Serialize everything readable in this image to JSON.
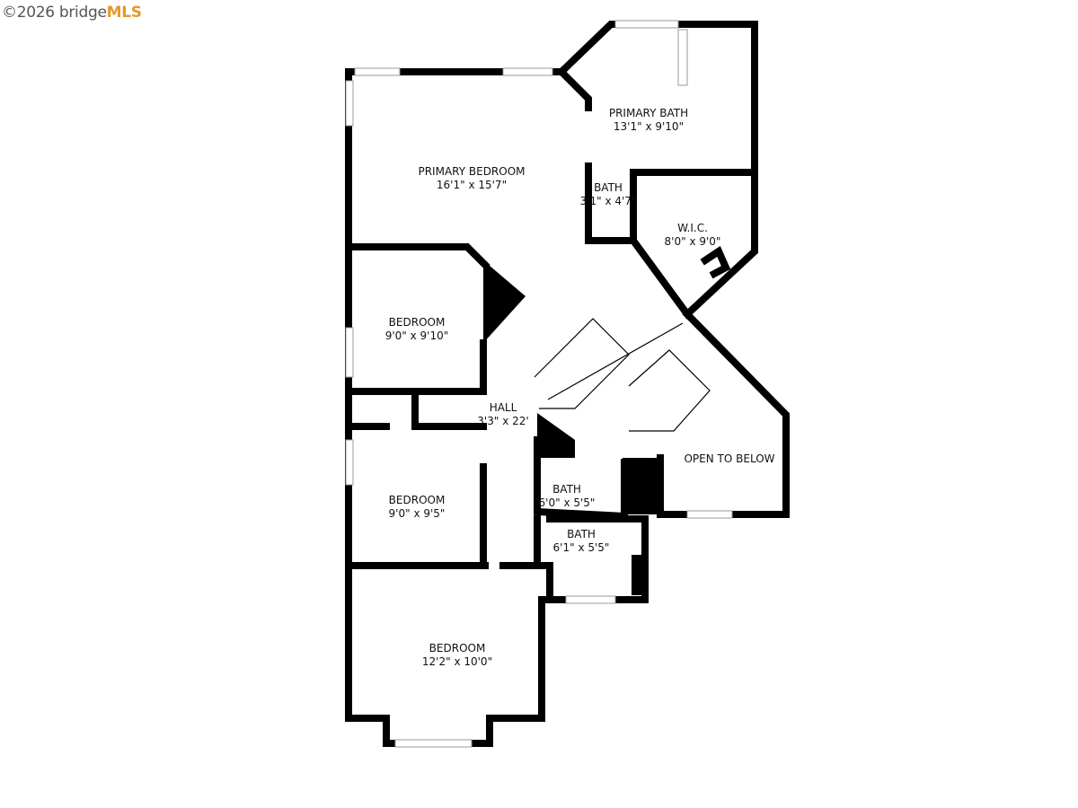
{
  "watermark": {
    "copyright": "©2026 bridge",
    "brand": "MLS",
    "brand_color": "#e39a2b"
  },
  "rooms": [
    {
      "name": "PRIMARY BATH",
      "dims": "13'1\" x 9'10\""
    },
    {
      "name": "PRIMARY BEDROOM",
      "dims": "16'1\" x 15'7\""
    },
    {
      "name": "BATH",
      "dims": "3'1\" x 4'7\""
    },
    {
      "name": "W.I.C.",
      "dims": "8'0\" x 9'0\""
    },
    {
      "name": "BEDROOM",
      "dims": "9'0\" x 9'10\""
    },
    {
      "name": "HALL",
      "dims": "3'3\" x 22'"
    },
    {
      "name": "OPEN TO BELOW",
      "dims": ""
    },
    {
      "name": "BEDROOM",
      "dims": "9'0\" x 9'5\""
    },
    {
      "name": "BATH",
      "dims": "6'0\" x 5'5\""
    },
    {
      "name": "BATH",
      "dims": "6'1\" x 5'5\""
    },
    {
      "name": "BEDROOM",
      "dims": "12'2\" x 10'0\""
    }
  ]
}
